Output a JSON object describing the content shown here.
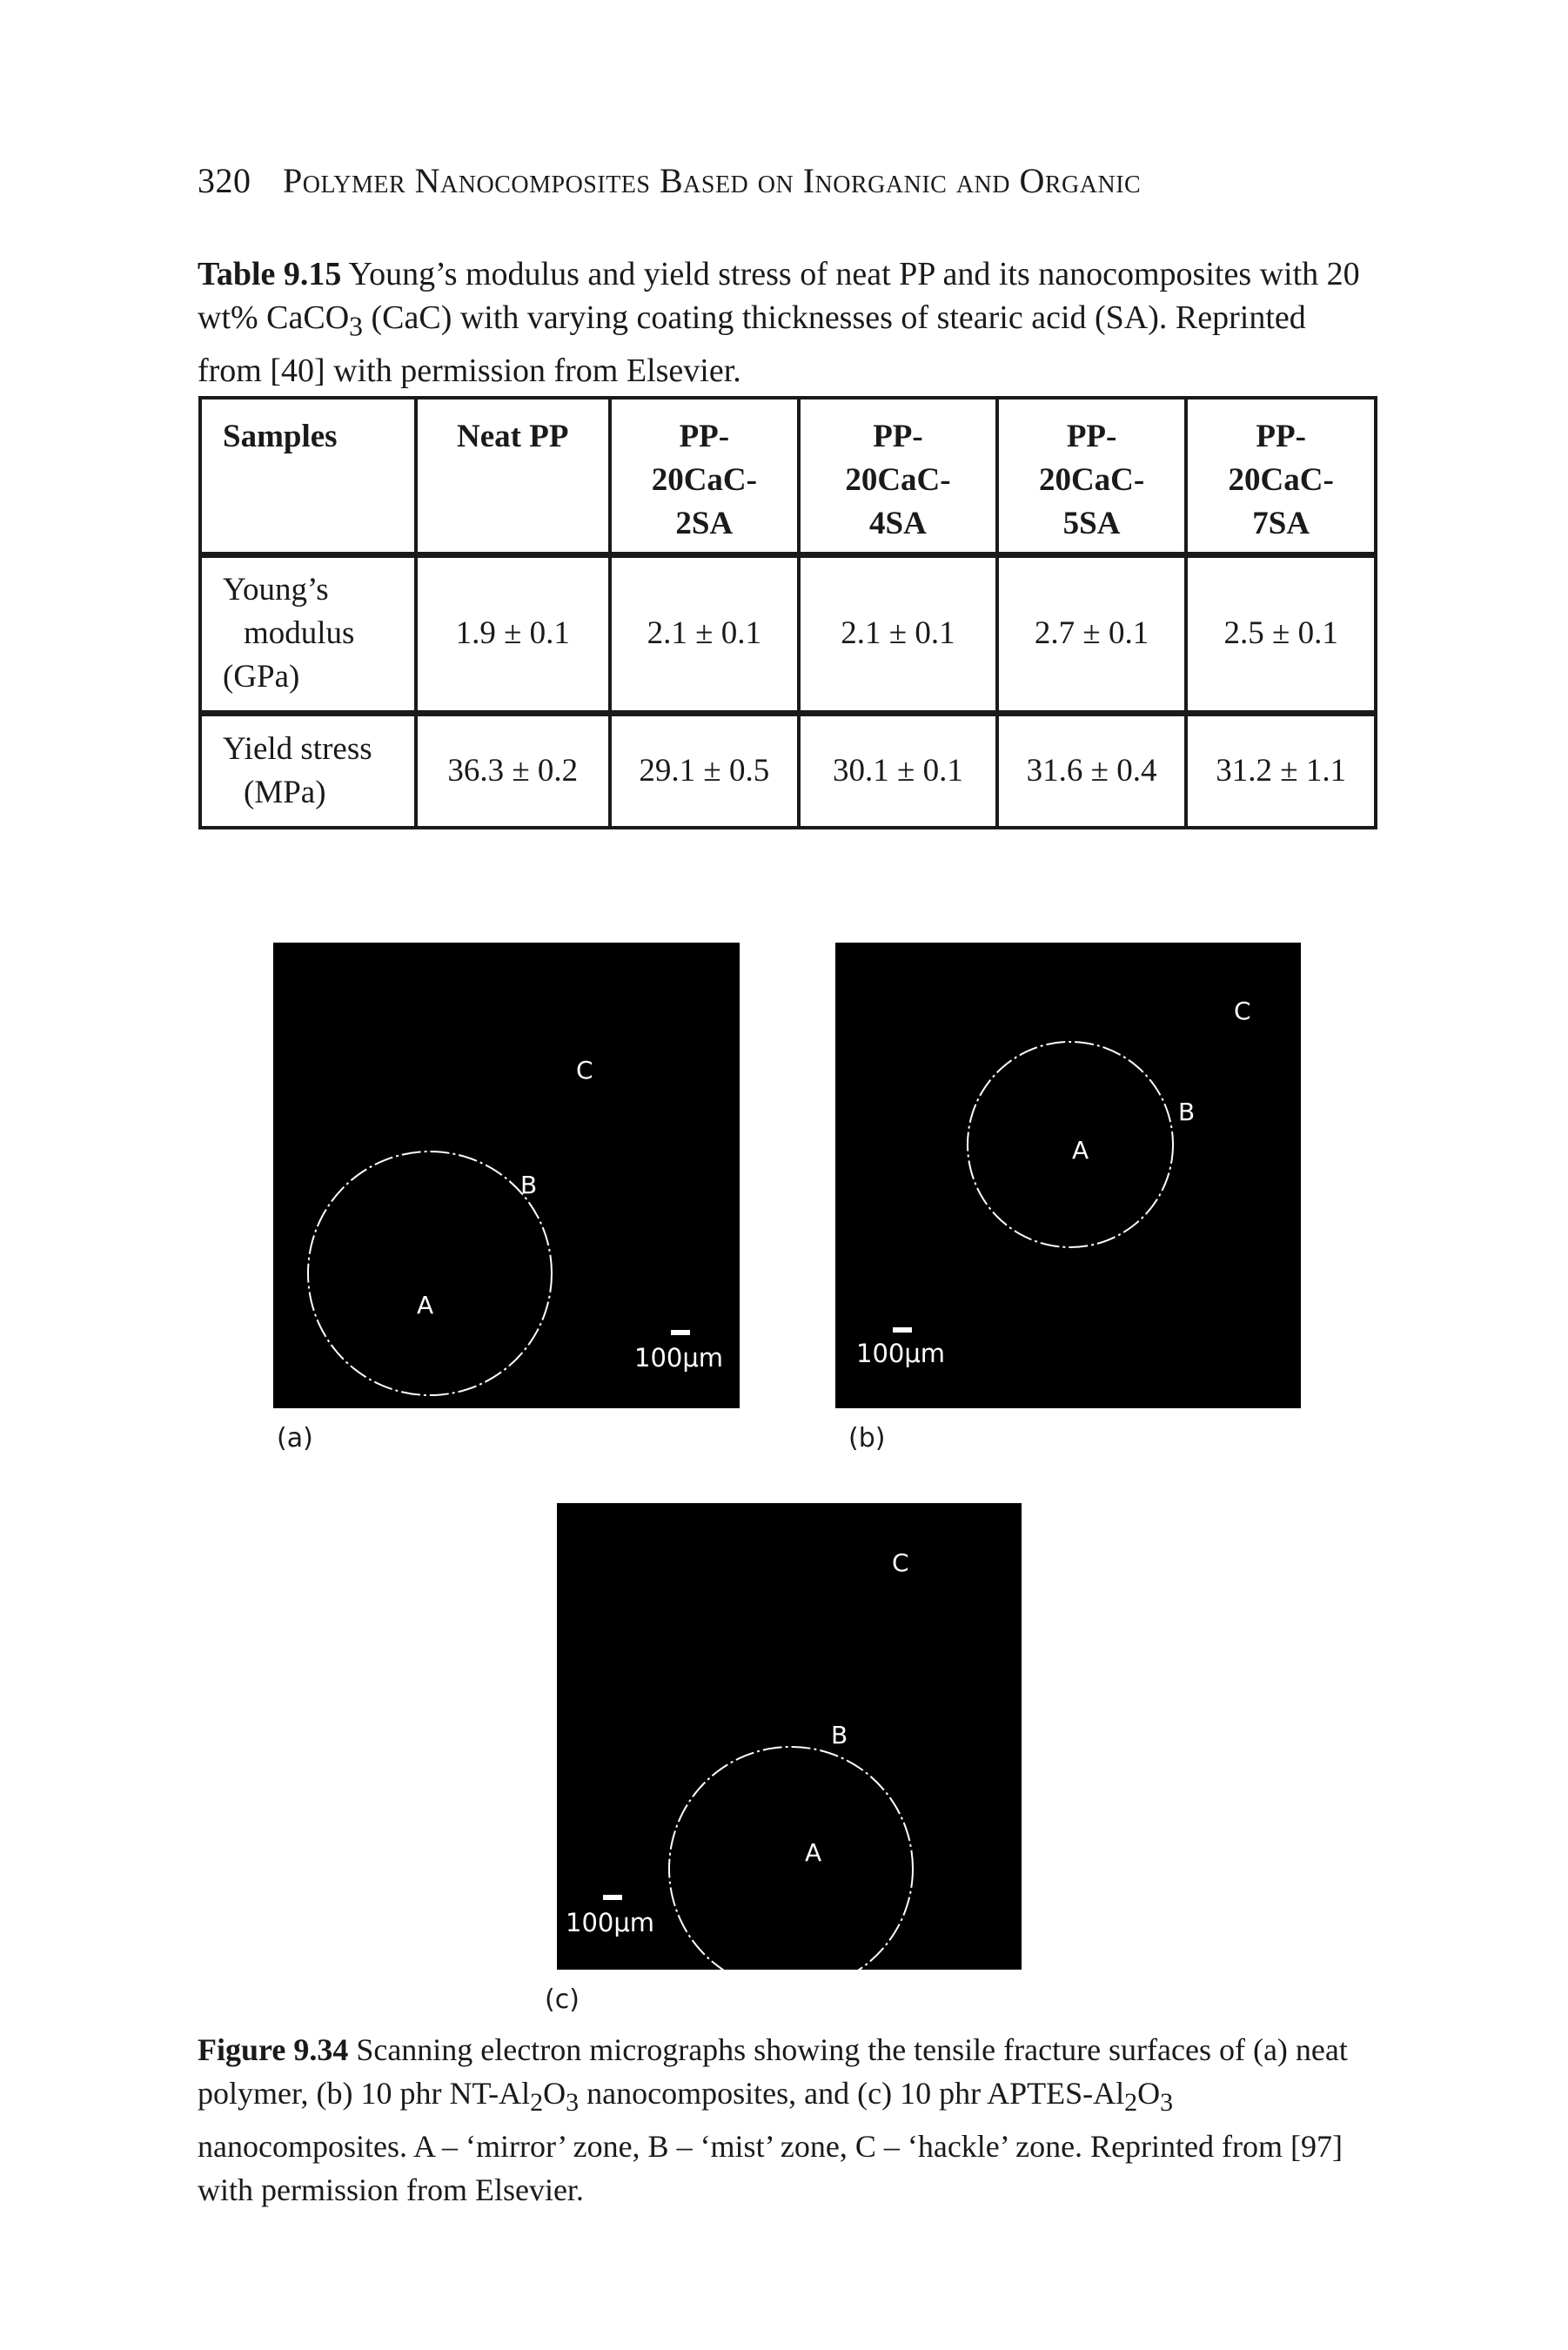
{
  "header": {
    "page_number": "320",
    "running_title": "Polymer Nanocomposites Based on Inorganic and Organic"
  },
  "table_caption": {
    "label": "Table 9.15",
    "text_before_sub": " Young’s modulus and yield stress of neat PP and its nanocomposites with 20 wt% CaCO",
    "sub": "3",
    "text_after_sub": " (CaC) with varying coating thicknesses of stearic acid (SA). Reprinted from [40] with permission from Elsevier."
  },
  "table": {
    "headers": [
      "Samples",
      "Neat PP",
      "PP-\n20CaC-\n2SA",
      "PP-\n20CaC-\n4SA",
      "PP-\n20CaC-\n5SA",
      "PP-\n20CaC-\n7SA"
    ],
    "rows": [
      {
        "label_line1": "Young’s",
        "label_line2": "modulus",
        "label_line3": "(GPa)",
        "values": [
          "1.9 ± 0.1",
          "2.1 ± 0.1",
          "2.1 ± 0.1",
          "2.7 ± 0.1",
          "2.5 ± 0.1"
        ]
      },
      {
        "label_line1": "Yield stress",
        "label_line2": "(MPa)",
        "values": [
          "36.3 ± 0.2",
          "29.1 ± 0.5",
          "30.1 ± 0.1",
          "31.6 ± 0.4",
          "31.2 ± 1.1"
        ]
      }
    ]
  },
  "micrographs": {
    "a": {
      "panel_label": "(a)",
      "zone_a": "A",
      "zone_b": "B",
      "zone_c": "C",
      "scale": "100μm"
    },
    "b": {
      "panel_label": "(b)",
      "zone_a": "A",
      "zone_b": "B",
      "zone_c": "C",
      "scale": "100μm"
    },
    "c": {
      "panel_label": "(c)",
      "zone_a": "A",
      "zone_b": "B",
      "zone_c": "C",
      "scale": "100μm"
    }
  },
  "figure_caption": {
    "label": "Figure 9.34",
    "t1": " Scanning electron micrographs showing the tensile fracture surfaces of (a) neat polymer, (b) 10 phr NT-Al",
    "s1": "2",
    "t2": "O",
    "s2": "3",
    "t3": " nanocomposites, and (c) 10 phr APTES-Al",
    "s3": "2",
    "t4": "O",
    "s4": "3",
    "t5": " nanocomposites. A – ‘mirror’ zone, B – ‘mist’ zone, C – ‘hackle’ zone. Reprinted from [97] with permission from Elsevier."
  }
}
